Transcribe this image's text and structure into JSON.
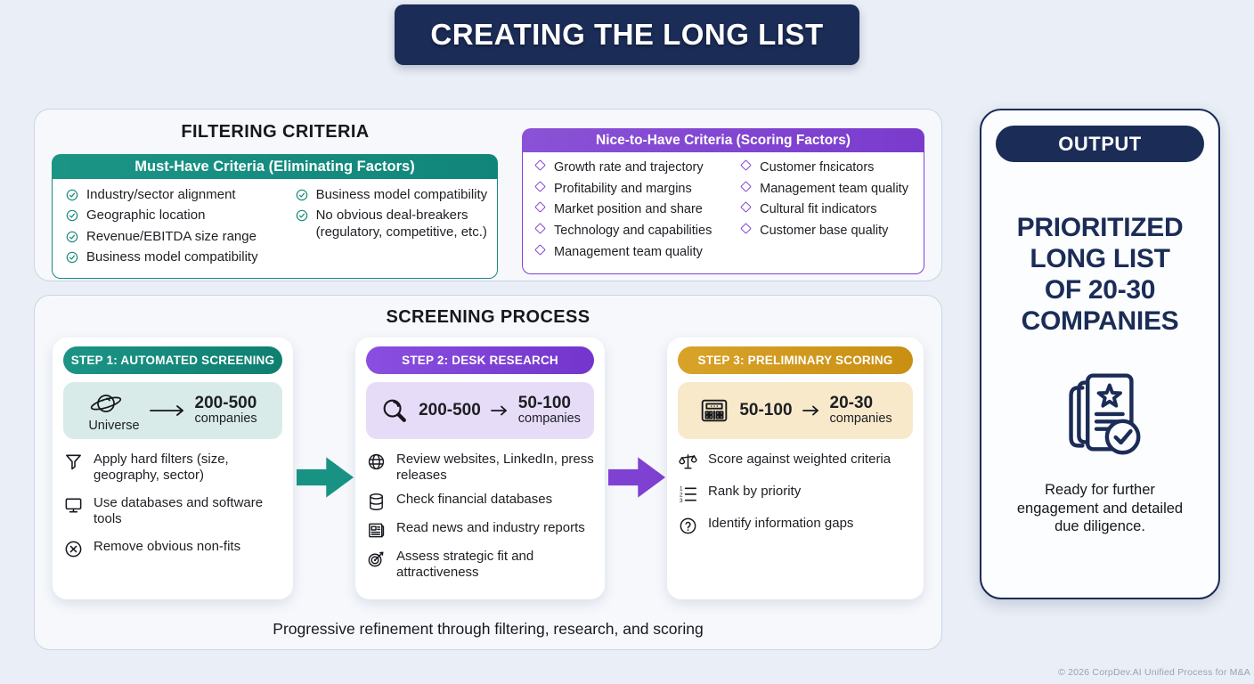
{
  "title": "CREATING THE LONG LIST",
  "filtering": {
    "heading": "FILTERING CRITERIA",
    "must_have": {
      "header": "Must-Have Criteria (Eliminating Factors)",
      "left": [
        "Industry/sector alignment",
        "Geographic location",
        "Revenue/EBITDA size range",
        "Business model compatibility"
      ],
      "right": [
        "Business model compatibility",
        "No obvious deal-breakers (regulatory, competitive, etc.)"
      ]
    },
    "nice_to_have": {
      "header": "Nice-to-Have Criteria (Scoring Factors)",
      "left": [
        "Growth rate and trajectory",
        "Profitability and margins",
        "Market position and share",
        "Technology and capabilities",
        "Management team quality"
      ],
      "right": [
        "Customer fnɛicators",
        "Management team quality",
        "Cultural fit indicators",
        "Customer base quality"
      ]
    }
  },
  "screening": {
    "heading": "SCREENING PROCESS",
    "steps": [
      {
        "label": "STEP 1: AUTOMATED SCREENING",
        "flow_from": "Universe",
        "flow_to_value": "200-500",
        "flow_to_unit": "companies",
        "items": [
          "Apply hard filters (size, geography, sector)",
          "Use databases and software tools",
          "Remove obvious non-fits"
        ]
      },
      {
        "label": "STEP 2: DESK RESEARCH",
        "flow_from": "200-500",
        "flow_to_value": "50-100",
        "flow_to_unit": "companies",
        "items": [
          "Review websites, LinkedIn, press releases",
          "Check financial databases",
          "Read news and industry reports",
          "Assess strategic fit and attractiveness"
        ]
      },
      {
        "label": "STEP 3: PRELIMINARY SCORING",
        "flow_from": "50-100",
        "flow_to_value": "20-30",
        "flow_to_unit": "companies",
        "items": [
          "Score against weighted criteria",
          "Rank by priority",
          "Identify information gaps"
        ]
      }
    ],
    "caption": "Progressive refinement through filtering, research, and scoring"
  },
  "output": {
    "header": "OUTPUT",
    "headline_lines": [
      "PRIORITIZED",
      "LONG LIST",
      "OF 20-30",
      "COMPANIES"
    ],
    "caption": "Ready for further engagement and detailed due diligence."
  },
  "footer": {
    "copyright": "© 2026 CorpDev.AI Unified Process for M&A"
  },
  "colors": {
    "navy": "#1b2c57",
    "teal": "#17897c",
    "teal_arrow": "#189383",
    "teal_light": "#d9ebe8",
    "purple": "#7e41d1",
    "purple_light": "#e7dcf8",
    "gold": "#d49a1c",
    "gold_light": "#f8e9cb",
    "page_bg": "#eaeef6",
    "panel_bg": "#f6f8fc",
    "panel_border": "#ccd3e2"
  }
}
